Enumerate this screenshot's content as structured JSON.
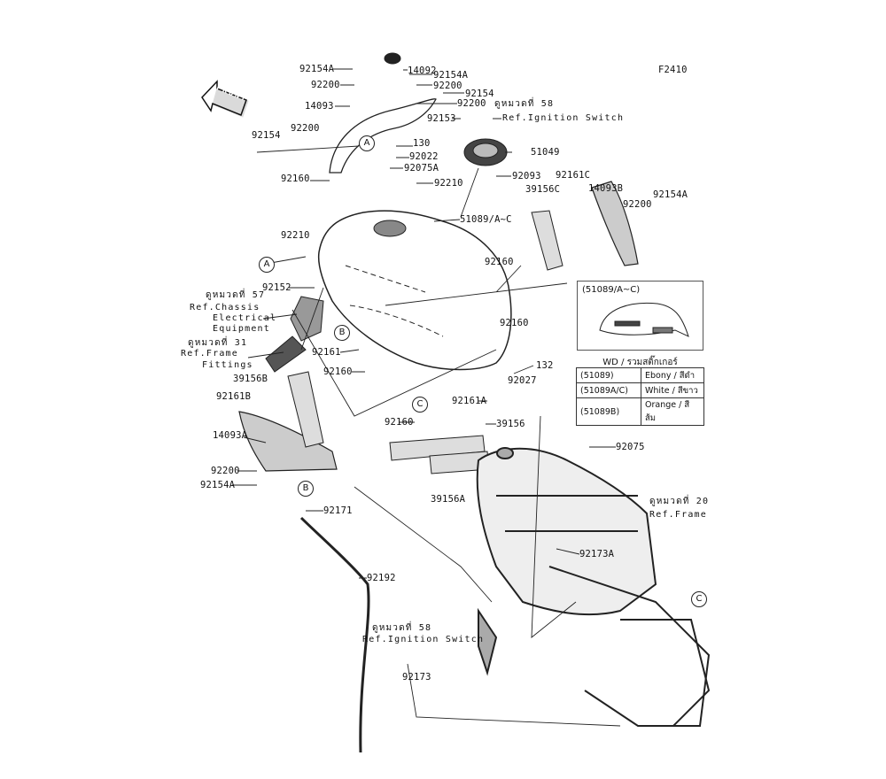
{
  "diagram_code": "F2410",
  "front_label": "FRONT",
  "labels": [
    "14092",
    "92154A",
    "92154A",
    "92200",
    "92200",
    "92154",
    "14093",
    "92200",
    "92153",
    "92154",
    "92200",
    "130",
    "92022",
    "51049",
    "92160",
    "92075A",
    "92093",
    "92210",
    "92161C",
    "39156C",
    "14093B",
    "92154A",
    "92200",
    "51089/A~C",
    "92210",
    "92160",
    "92152",
    "92160",
    "92161",
    "92160",
    "132",
    "92027",
    "39156B",
    "92161B",
    "92161A",
    "92160",
    "39156",
    "14093A",
    "92075",
    "92200",
    "92154A",
    "39156A",
    "92171",
    "92173A",
    "92192",
    "92173"
  ],
  "refs": {
    "ignition_top": {
      "thai": "ดูหมวดที่ 58",
      "text": "Ref.Ignition Switch"
    },
    "chassis": {
      "thai": "ดูหมวดที่ 57",
      "line1": "Ref.Chassis",
      "line2": "Electrical",
      "line3": "Equipment"
    },
    "frame_fittings": {
      "thai": "ดูหมวดที่ 31",
      "line1": "Ref.Frame",
      "line2": "Fittings"
    },
    "frame": {
      "thai": "ดูหมวดที่ 20",
      "text": "Ref.Frame"
    },
    "ignition_bottom": {
      "thai": "ดูหมวดที่ 58",
      "text": "Ref.Ignition Switch"
    }
  },
  "circles": [
    "A",
    "A",
    "B",
    "B",
    "C",
    "C"
  ],
  "inset": {
    "title": "(51089/A~C)",
    "caption": "WD / รวมสติ๊กเกอร์",
    "rows": [
      [
        "(51089)",
        "Ebony / สีดำ"
      ],
      [
        "(51089A/C)",
        "White / สีขาว"
      ],
      [
        "(51089B)",
        "Orange / สีส้ม"
      ]
    ]
  }
}
